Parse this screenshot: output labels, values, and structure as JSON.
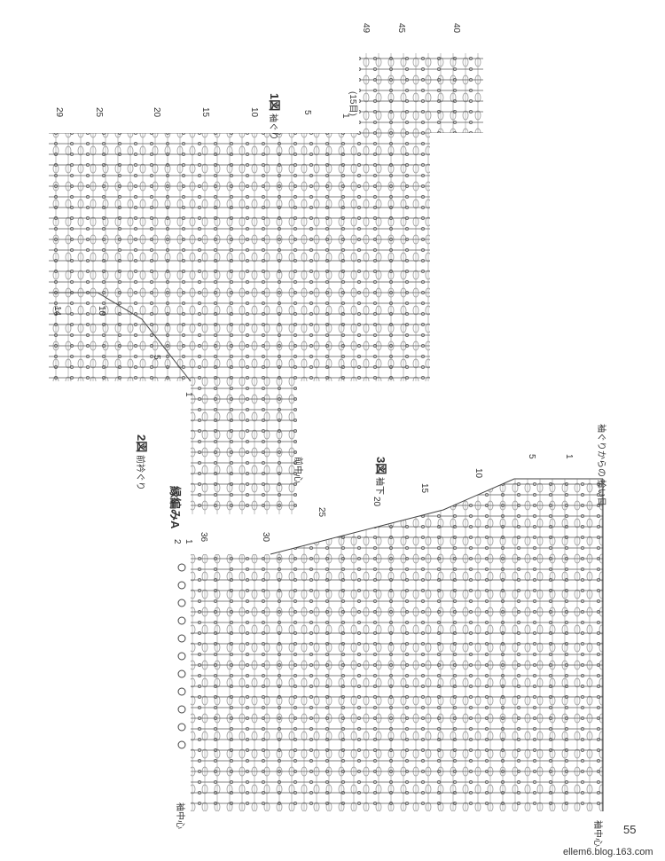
{
  "figures": {
    "fig1": {
      "title": "1図",
      "subtitle": "袖ぐり"
    },
    "fig2": {
      "title": "2図",
      "subtitle": "前衿ぐり"
    },
    "fig3": {
      "title": "3図",
      "subtitle": "袖下"
    }
  },
  "edging_label": "縁編みA",
  "center_labels": {
    "front_center": "前中心",
    "sleeve_center_left": "袖中心",
    "sleeve_center_bottom": "袖中心"
  },
  "pickup_label": {
    "line1": "袖ぐりからの",
    "line2": "拾い目"
  },
  "fig1_notes": {
    "row15": "(15目)"
  },
  "row_numbers": {
    "fig1_top": [
      "49",
      "45",
      "40"
    ],
    "fig2_top": [
      "29",
      "25",
      "20",
      "15",
      "10",
      "5",
      "1"
    ],
    "fig2_left": [
      "14",
      "10",
      "5",
      "1"
    ],
    "fig3_top": [
      "2",
      "1",
      "36",
      "30",
      "25",
      "20",
      "15",
      "10",
      "5",
      "1"
    ]
  },
  "page_number": "55",
  "footer_text": "ellem6.blog.163.com"
}
